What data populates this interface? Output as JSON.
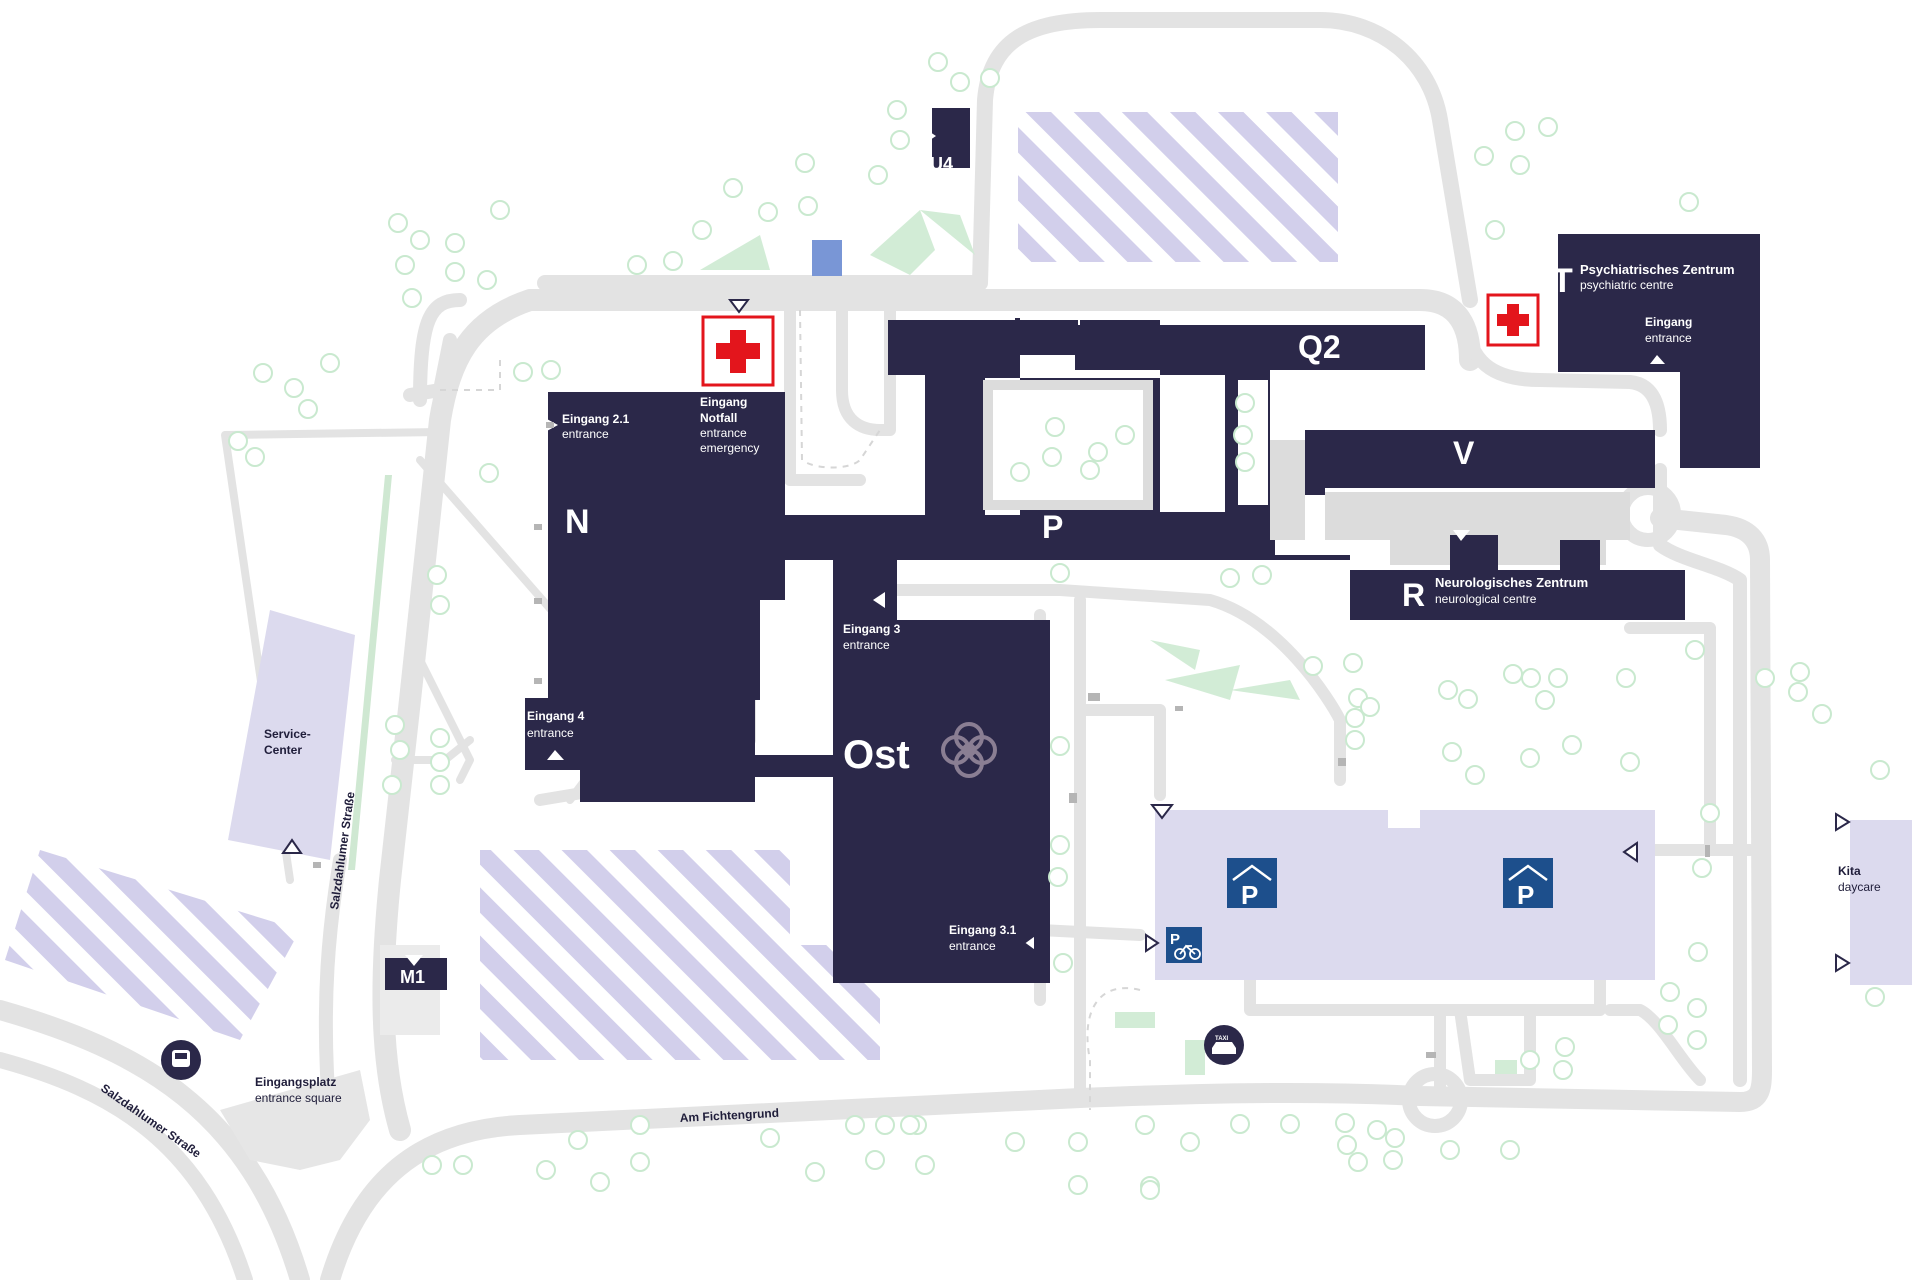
{
  "buildings": {
    "n": "N",
    "p": "P",
    "q": "Q",
    "q2": "Q2",
    "v": "V",
    "r": "R",
    "t": "T",
    "u4": "U4",
    "m1": "M1",
    "ost": "Ost"
  },
  "labels": {
    "psych_title": "Psychiatrisches Zentrum",
    "psych_sub": "psychiatric centre",
    "t_entrance_title": "Eingang",
    "t_entrance_sub": "entrance",
    "neuro_title": "Neurologisches Zentrum",
    "neuro_sub": "neurological centre",
    "e21_title": "Eingang 2.1",
    "e21_sub": "entrance",
    "notfall_line1": "Eingang",
    "notfall_line2": "Notfall",
    "notfall_line3": "entrance",
    "notfall_line4": "emergency",
    "e4_title": "Eingang 4",
    "e4_sub": "entrance",
    "e3_title": "Eingang 3",
    "e3_sub": "entrance",
    "e31_title": "Eingang 3.1",
    "e31_sub": "entrance",
    "service_line1": "Service-",
    "service_line2": "Center",
    "eingangsplatz_title": "Eingangsplatz",
    "eingangsplatz_sub": "entrance square",
    "kita_title": "Kita",
    "kita_sub": "daycare",
    "taxi": "TAXI"
  },
  "streets": {
    "salzdahlumer_vertical": "Salzdahlumer Straße",
    "salzdahlumer_diag": "Salzdahlumer Straße",
    "fichtengrund": "Am Fichtengrund"
  },
  "icons": {
    "parking_symbol": "P",
    "bike_parking_symbol": "P"
  },
  "colors": {
    "building": "#2b2849",
    "hatch": "#c9c6e6",
    "parking_area": "#dcdaee",
    "parking_sign": "#1d4f8c",
    "emergency_red": "#e3151c",
    "road": "#e3e3e3",
    "tree_outline": "#c9e9cf"
  }
}
